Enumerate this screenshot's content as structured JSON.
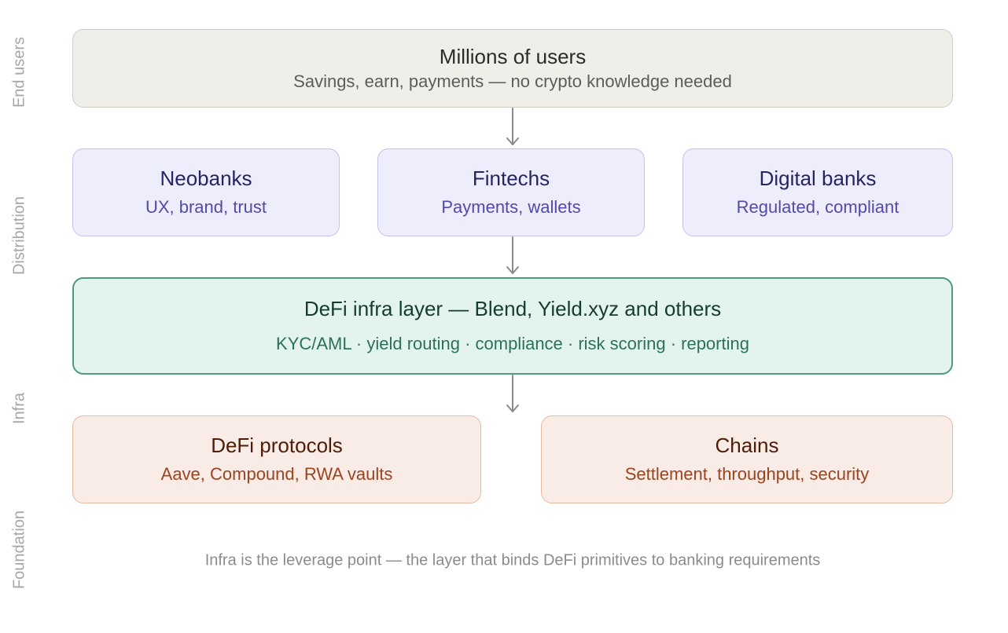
{
  "layers": {
    "end_users": "End users",
    "distribution": "Distribution",
    "infra": "Infra",
    "foundation": "Foundation"
  },
  "users": {
    "title": "Millions of users",
    "subtitle": "Savings, earn, payments — no crypto knowledge needed"
  },
  "distribution": [
    {
      "title": "Neobanks",
      "subtitle": "UX, brand, trust"
    },
    {
      "title": "Fintechs",
      "subtitle": "Payments, wallets"
    },
    {
      "title": "Digital banks",
      "subtitle": "Regulated, compliant"
    }
  ],
  "infra": {
    "title": "DeFi infra layer — Blend, Yield.xyz and others",
    "subtitle": "KYC/AML · yield routing · compliance · risk scoring · reporting"
  },
  "foundation": [
    {
      "title": "DeFi protocols",
      "subtitle": "Aave, Compound, RWA vaults"
    },
    {
      "title": "Chains",
      "subtitle": "Settlement, throughput, security"
    }
  ],
  "caption": "Infra is the leverage point — the layer that binds DeFi primitives to banking requirements",
  "colors": {
    "users_fill": "#f0eee8",
    "distribution_fill": "#eeedfb",
    "infra_fill": "#e3f4ee",
    "infra_border": "#4f9c7c",
    "foundation_fill": "#f9ebe5",
    "arrow": "#8a8a8a"
  }
}
